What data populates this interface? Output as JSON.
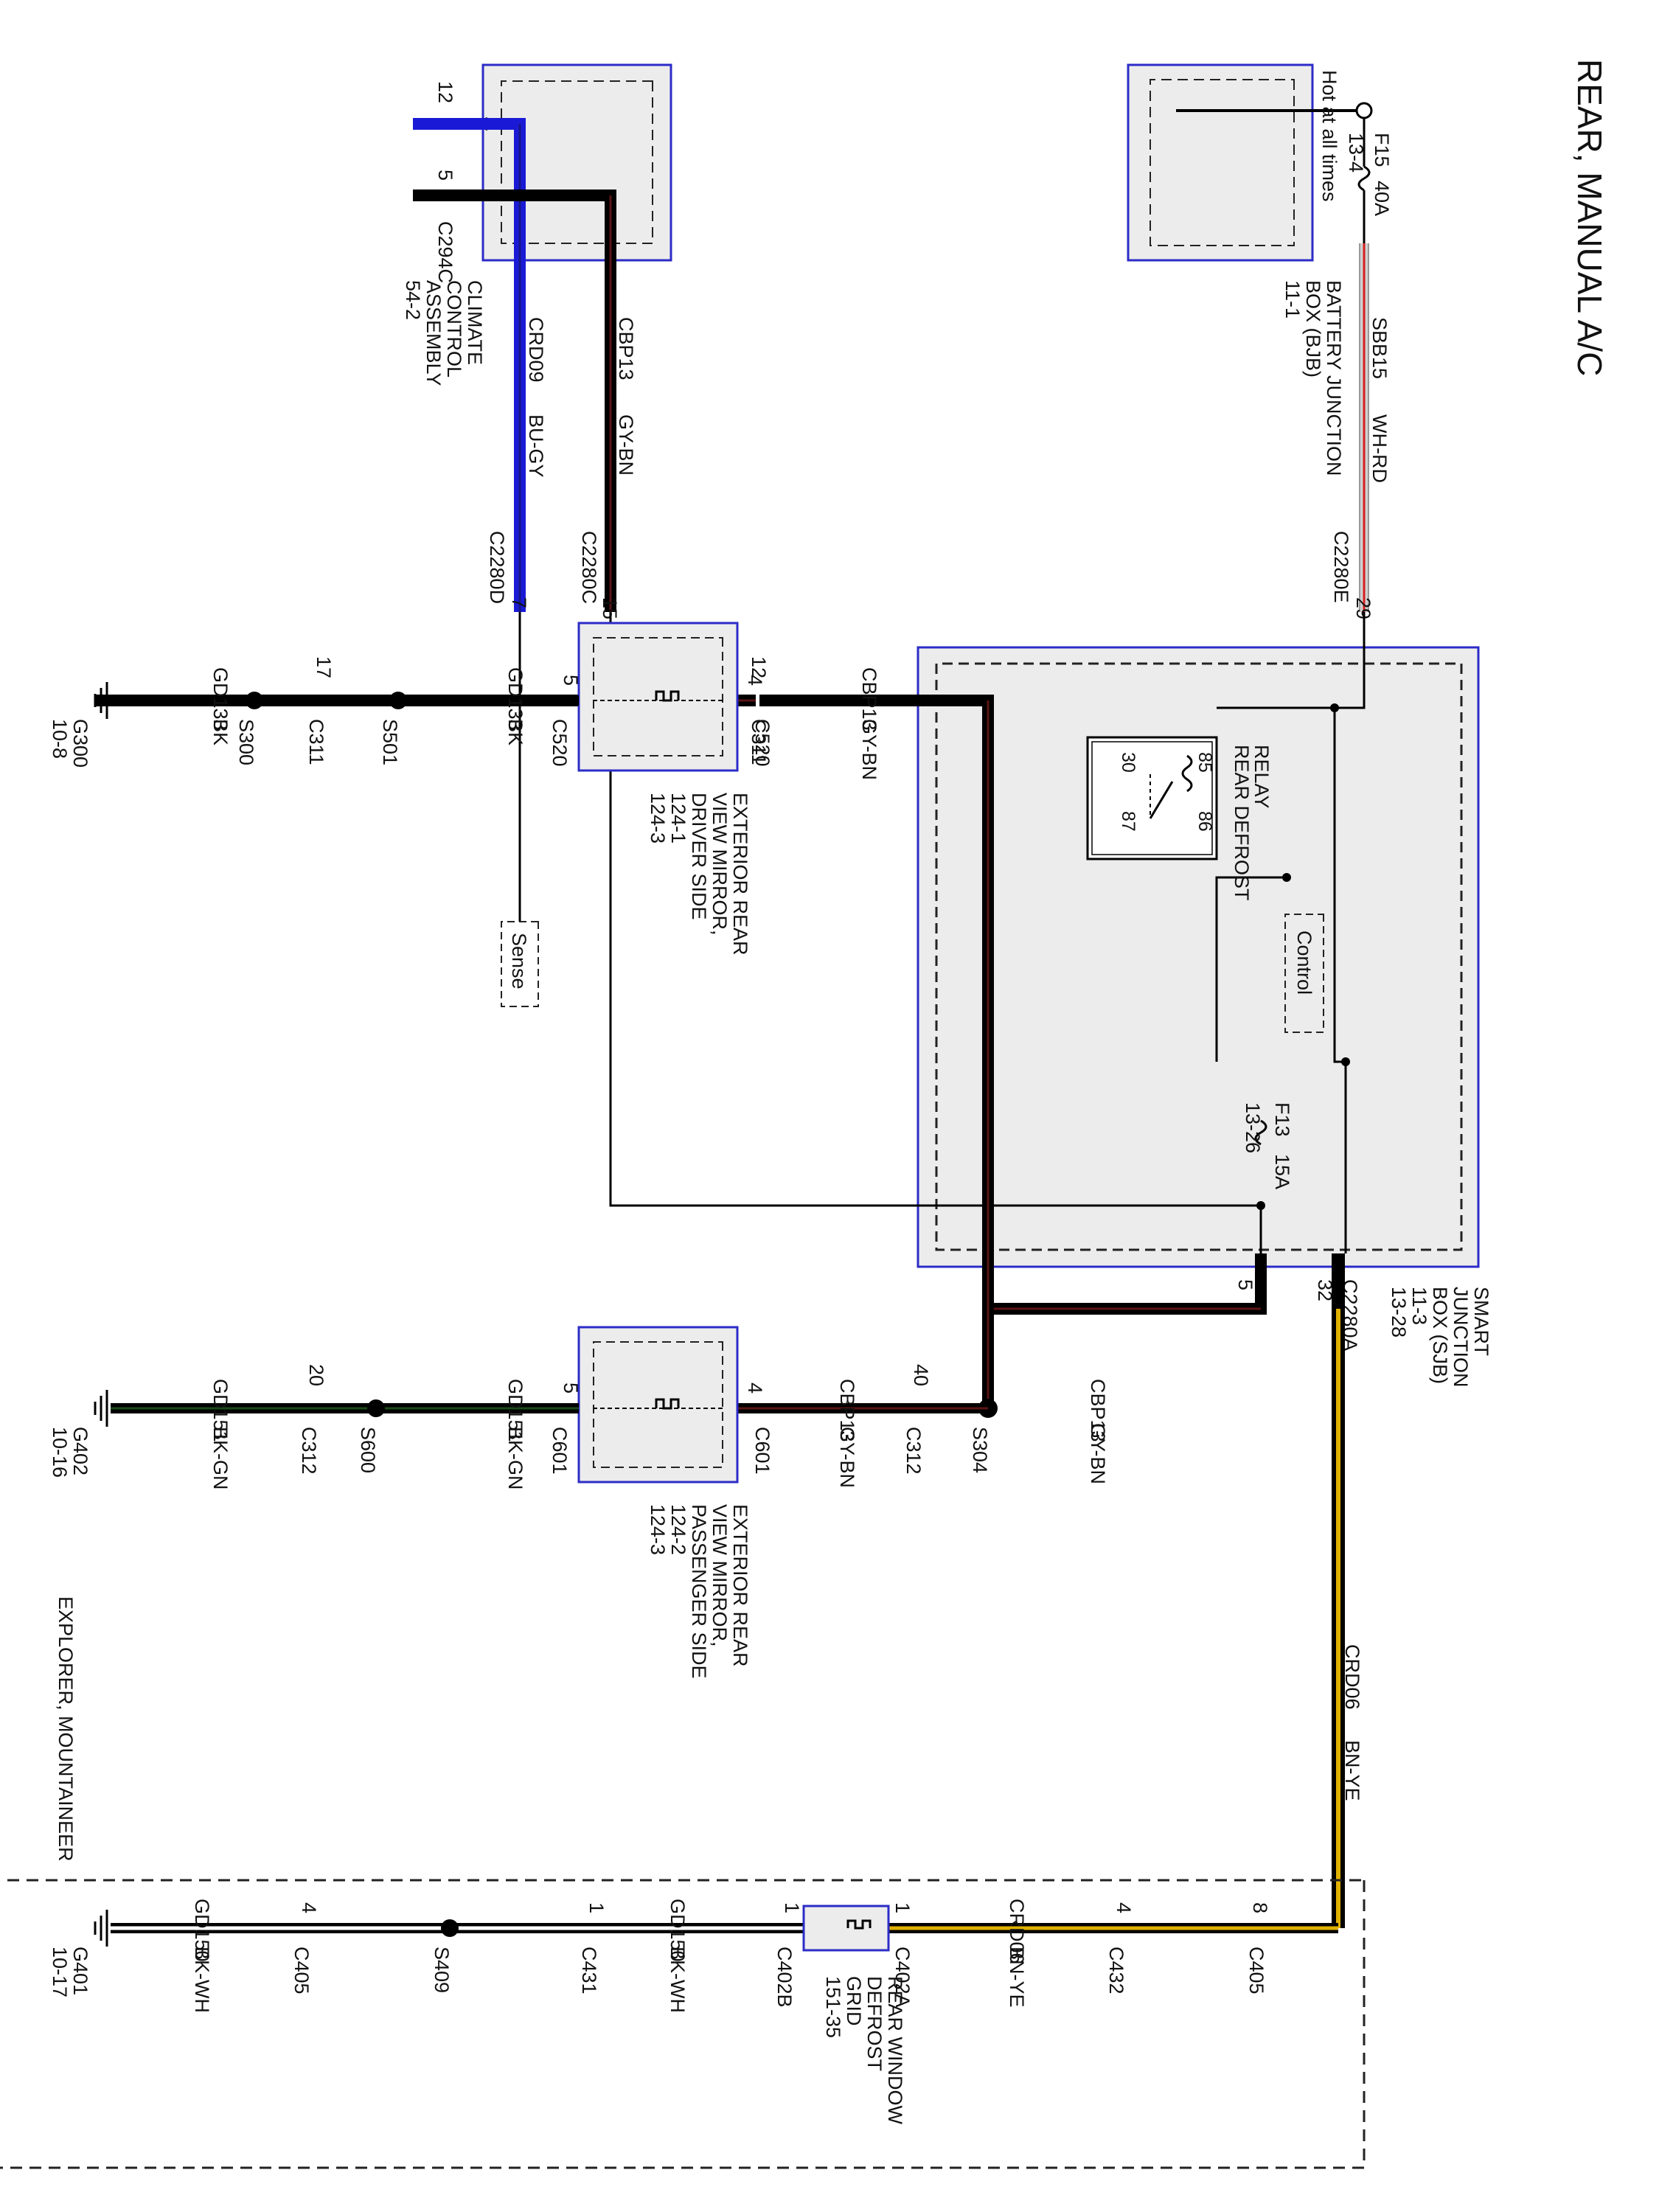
{
  "title": "REAR, MANUAL A/C",
  "vehicle_note": "EXPLORER, MOUNTAINEER",
  "components": {
    "bjb": {
      "name_lines": [
        "BATTERY JUNCTION",
        "BOX (BJB)",
        "11-1"
      ],
      "fuse": "F15",
      "fuse_rating": "40A",
      "fuse_ref": "13-4",
      "hot_label": "Hot at all times"
    },
    "climate": {
      "name_lines": [
        "CLIMATE",
        "CONTROL",
        "ASSEMBLY",
        "54-2"
      ],
      "connector": "C294C",
      "pin_a": "12",
      "pin_b": "5"
    },
    "sjb": {
      "name_lines": [
        "SMART",
        "JUNCTION",
        "BOX (SJB)",
        "11-3",
        "13-28"
      ],
      "relay_lines": [
        "REAR DEFROST",
        "RELAY"
      ],
      "relay_pins": [
        "30",
        "87",
        "85",
        "86"
      ],
      "control_label": "Control",
      "sense_label": "Sense",
      "fuse": "F13",
      "fuse_rating": "15A",
      "fuse_ref": "13-26",
      "conn_e": "C2280E",
      "pin_e": "29",
      "conn_d": "C2280D",
      "pin_d": "7",
      "conn_c": "C2280C",
      "pin_c": "15",
      "conn_a": "C2280A",
      "pin_a5": "5",
      "pin_a32": "32"
    },
    "mirror_driver": {
      "name_lines": [
        "EXTERIOR REAR",
        "VIEW MIRROR,",
        "DRIVER SIDE",
        "124-1",
        "124-3"
      ],
      "connector": "C520",
      "pin_in": "4",
      "pin_out": "5"
    },
    "mirror_pass": {
      "name_lines": [
        "EXTERIOR REAR",
        "VIEW MIRROR,",
        "PASSENGER SIDE",
        "124-2",
        "124-3"
      ],
      "connector": "C601",
      "pin_in": "4",
      "pin_out": "5"
    },
    "grid": {
      "name_lines": [
        "REAR WINDOW",
        "DEFROST",
        "GRID",
        "151-35"
      ],
      "conn_in": "C402A",
      "conn_out": "C402B",
      "pin_in": "1",
      "pin_out": "1"
    }
  },
  "wires": {
    "sbb15": {
      "circuit": "SBB15",
      "color": "WH-RD"
    },
    "crd09": {
      "circuit": "CRD09",
      "color": "BU-GY"
    },
    "cbp13_top": {
      "circuit": "CBP13",
      "color": "GY-BN"
    },
    "cbp13_driver": {
      "circuit": "CBP13",
      "color": "GY-BN"
    },
    "gd133_a": {
      "circuit": "GD133",
      "color": "BK"
    },
    "gd133_b": {
      "circuit": "GD133",
      "color": "BK"
    },
    "cbp13_pass": {
      "circuit": "CBP13",
      "color": "GY-BN"
    },
    "cbp13_s304": {
      "circuit": "CBP13",
      "color": "GY-BN"
    },
    "gd151_a": {
      "circuit": "GD151",
      "color": "BK-GN"
    },
    "gd151_b": {
      "circuit": "GD151",
      "color": "BK-GN"
    },
    "crd06_vert": {
      "circuit": "CRD06",
      "color": "BN-YE"
    },
    "crd06_bottom": {
      "circuit": "CRD06",
      "color": "BN-YE"
    },
    "gd150_a": {
      "circuit": "GD150",
      "color": "BK-WH"
    },
    "gd150_b": {
      "circuit": "GD150",
      "color": "BK-WH"
    }
  },
  "connectors": {
    "c311_top": {
      "id": "C311",
      "pin": "12"
    },
    "c311_bot": {
      "id": "C311",
      "pin": "17"
    },
    "c312_top": {
      "id": "C312",
      "pin": "40"
    },
    "c312_bot": {
      "id": "C312",
      "pin": "20"
    },
    "c405_top": {
      "id": "C405",
      "pin": "8"
    },
    "c432": {
      "id": "C432",
      "pin": "4"
    },
    "c431": {
      "id": "C431",
      "pin": "1"
    },
    "c405_bot": {
      "id": "C405",
      "pin": "4"
    }
  },
  "splices": {
    "s300": "S300",
    "s501": "S501",
    "s304": "S304",
    "s600": "S600",
    "s409": "S409"
  },
  "grounds": {
    "g300": {
      "id": "G300",
      "ref": "10-8"
    },
    "g402": {
      "id": "G402",
      "ref": "10-16"
    },
    "g401": {
      "id": "G401",
      "ref": "10-17"
    }
  },
  "colors": {
    "blue_wire": "#1a1ad6",
    "white_red_stripe": "#d42020",
    "brown_black": "#5a1414",
    "yellow_stripe": "#e0b000",
    "box_blue": "#2c2cc8",
    "box_fill": "#ececec"
  }
}
